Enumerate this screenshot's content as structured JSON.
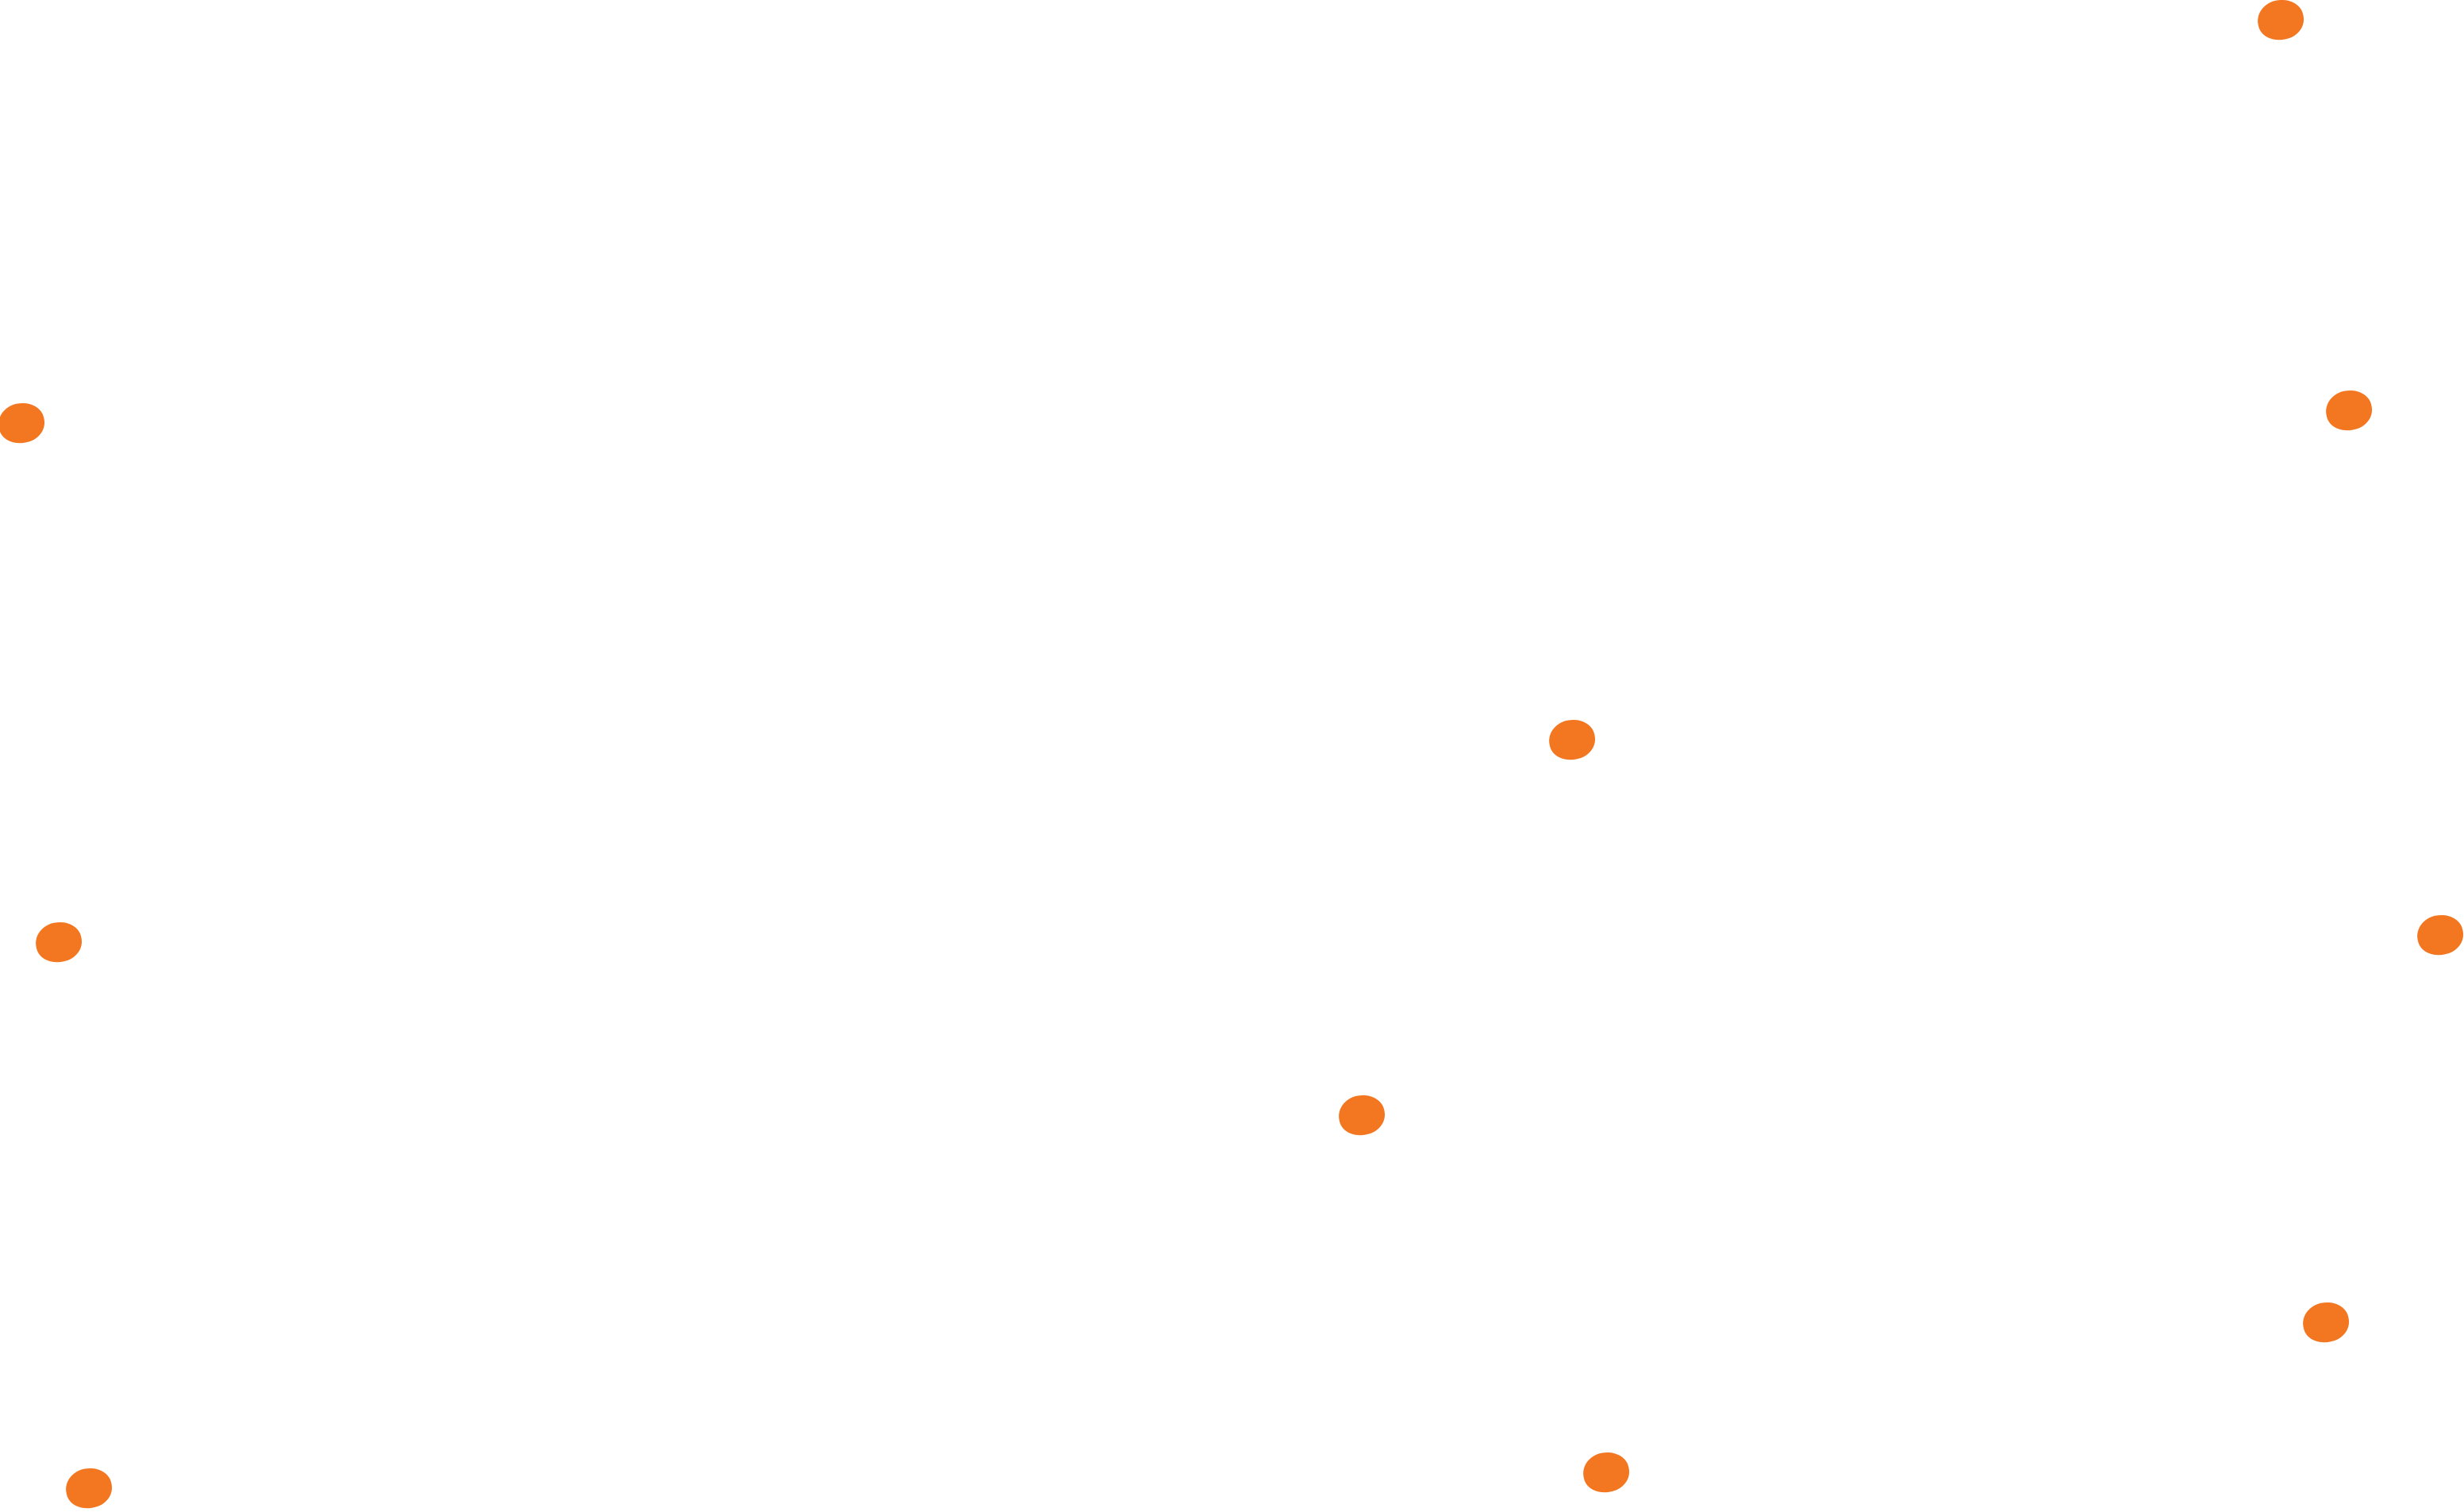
{
  "background_color": "#ffffff",
  "dot_color": "#f37621",
  "dots": [
    {
      "id": 1
    },
    {
      "id": 2
    },
    {
      "id": 3
    },
    {
      "id": 4
    },
    {
      "id": 5
    },
    {
      "id": 6
    },
    {
      "id": 7
    },
    {
      "id": 8
    },
    {
      "id": 9
    },
    {
      "id": 10
    }
  ]
}
